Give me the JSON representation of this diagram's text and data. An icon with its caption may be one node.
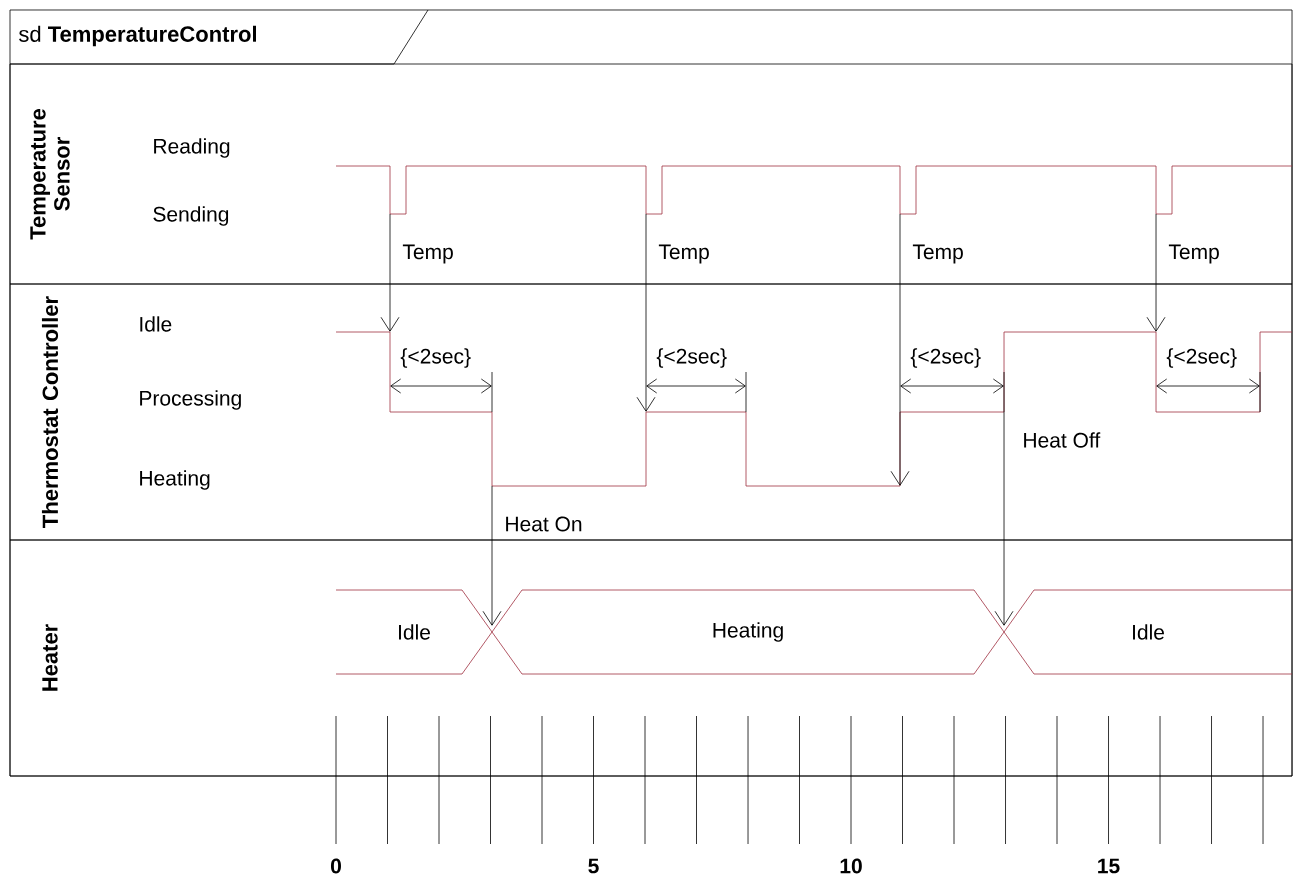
{
  "diagram": {
    "title": "sd **TemperatureControl**",
    "nodes": [
      {
        "text": [
          "Temperature Sensor"
        ]
      },
      {
        "text": [
          "Thermostat Controller"
        ]
      },
      {
        "text": [
          "Heater"
        ]
      },
      {
        "text": [
          "Idle"
        ],
        "in": 2
      },
      {
        "text": [
          "Heating"
        ],
        "in": 2
      },
      {
        "text": [
          "Idle"
        ],
        "in": 2
      }
    ],
    "edges": [
      {
        "from": 0,
        "to": 1,
        "arrow": "to",
        "label": "Temp"
      },
      {
        "from": 0,
        "to": 1,
        "arrow": "to",
        "label": "Temp"
      },
      {
        "from": 0,
        "to": 1,
        "arrow": "to",
        "label": "Temp"
      },
      {
        "from": 0,
        "to": 1,
        "arrow": "to",
        "label": "Temp"
      },
      {
        "from": 1,
        "to": 4,
        "arrow": "to",
        "label": "Heat On"
      },
      {
        "from": 1,
        "to": 5,
        "arrow": "to",
        "label": "Heat Off"
      }
    ],
    "labels": [
      "Reading",
      "Sending",
      "Idle",
      "Processing",
      "Heating",
      "{<2sec}",
      "{<2sec}",
      "{<2sec}",
      "{<2sec}",
      "0",
      "5",
      "10",
      "15"
    ]
  }
}
